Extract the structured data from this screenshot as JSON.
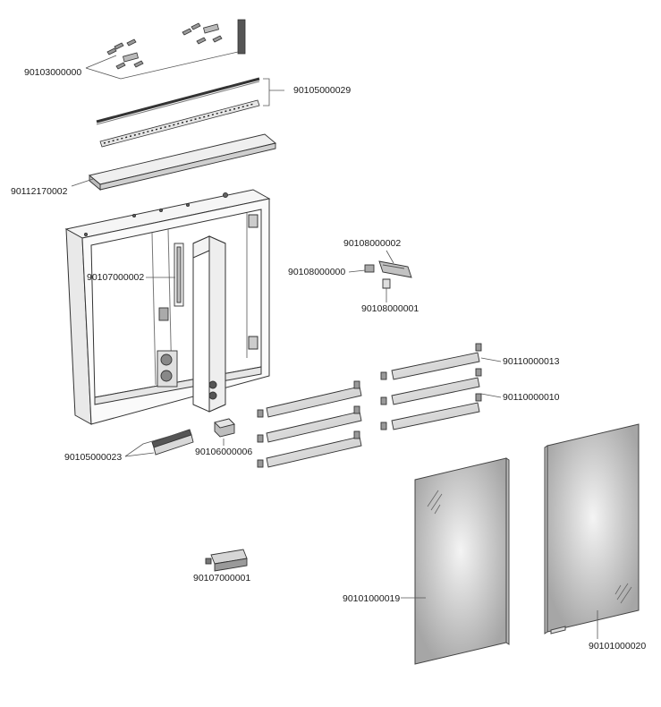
{
  "diagram": {
    "type": "exploded parts diagram",
    "subject": "mirror cabinet",
    "colors": {
      "line": "#3a3a3a",
      "leader": "#555555",
      "shelf_fill": "#d9d9d9",
      "glass_edge": "#9a9a9a",
      "glass_center": "#f2f2f2",
      "panel_fill": "#ffffff"
    },
    "part_numbers": {
      "mounting_screws": "90103000000",
      "led_strip": "90105000029",
      "top_light_cover": "90112170002",
      "inner_lamp": "90107000002",
      "hinge": "90108000002",
      "hinge_plate": "90108000000",
      "hinge_clip": "90108000001",
      "shelf_right_top": "90110000013",
      "shelf_right_mid": "90110000010",
      "bottom_light_strip": "90105000023",
      "sensor_switch": "90106000006",
      "driver_unit": "90107000001",
      "door_left": "90101000019",
      "door_right": "90101000020"
    }
  }
}
